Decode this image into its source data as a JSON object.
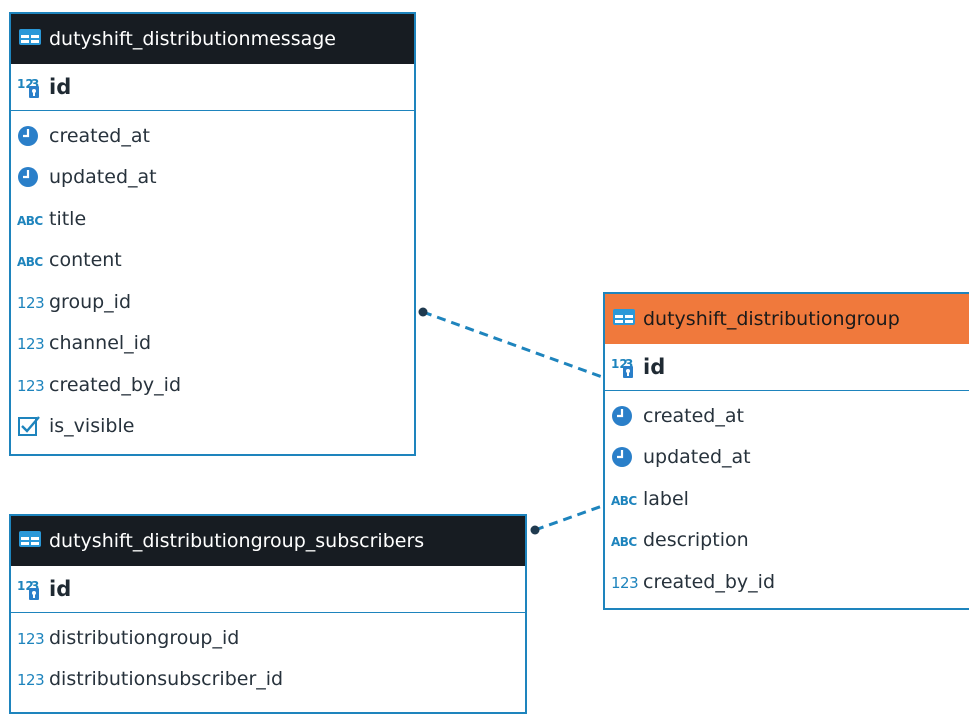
{
  "entities": {
    "message": {
      "name": "dutyshift_distributionmessage",
      "pk": "id",
      "pk_type_icon": "numeric-key-icon",
      "columns": [
        {
          "name": "created_at",
          "icon": "clock-icon"
        },
        {
          "name": "updated_at",
          "icon": "clock-icon"
        },
        {
          "name": "title",
          "icon": "text-abc-icon"
        },
        {
          "name": "content",
          "icon": "text-abc-icon"
        },
        {
          "name": "group_id",
          "icon": "numeric-icon"
        },
        {
          "name": "channel_id",
          "icon": "numeric-icon"
        },
        {
          "name": "created_by_id",
          "icon": "numeric-icon"
        },
        {
          "name": "is_visible",
          "icon": "checkbox-icon"
        }
      ]
    },
    "subscribers": {
      "name": "dutyshift_distributiongroup_subscribers",
      "pk": "id",
      "pk_type_icon": "numeric-key-icon",
      "columns": [
        {
          "name": "distributiongroup_id",
          "icon": "numeric-icon"
        },
        {
          "name": "distributionsubscriber_id",
          "icon": "numeric-icon"
        }
      ]
    },
    "group": {
      "name": "dutyshift_distributiongroup",
      "pk": "id",
      "pk_type_icon": "numeric-key-icon",
      "columns": [
        {
          "name": "created_at",
          "icon": "clock-icon"
        },
        {
          "name": "updated_at",
          "icon": "clock-icon"
        },
        {
          "name": "label",
          "icon": "text-abc-icon"
        },
        {
          "name": "description",
          "icon": "text-abc-icon"
        },
        {
          "name": "created_by_id",
          "icon": "numeric-icon"
        }
      ]
    }
  },
  "icon_text": {
    "numeric": "123",
    "abc": "ABC"
  },
  "colors": {
    "border": "#1e84bd",
    "header_dark": "#171c22",
    "header_selected": "#f0793c",
    "link": "#1e84bd"
  }
}
